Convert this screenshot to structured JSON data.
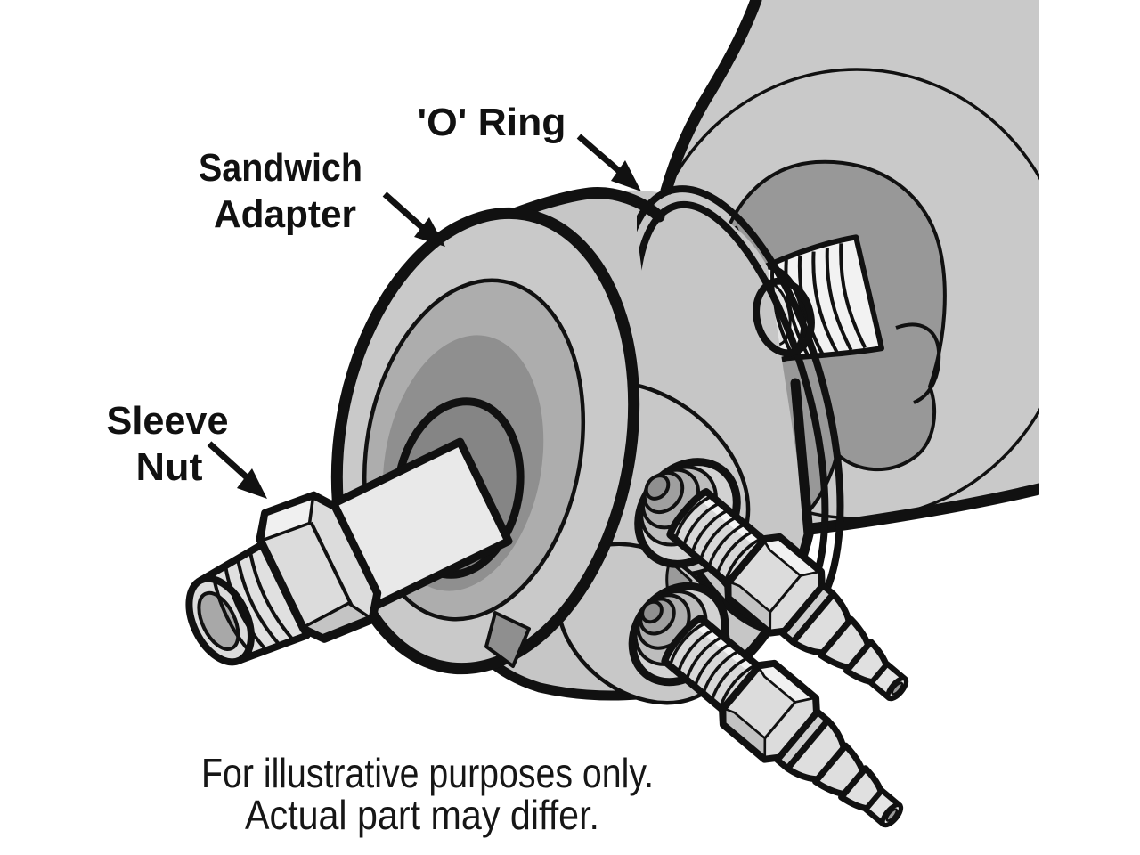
{
  "diagram": {
    "background": "#ffffff",
    "line_color": "#111111",
    "colors": {
      "metal_light": "#c9c9c9",
      "adapter_gray": "#c6c6c6",
      "boss_gray": "#c8c8c8",
      "metal_mid": "#adadad",
      "metal_dark": "#8f8f8f",
      "recess_gray": "#989898",
      "hole_gray": "#858585",
      "fitting_gray": "#d8d8d8",
      "hex_gray": "#dcdcdc",
      "highlight": "#f1f1f1",
      "shaft_white": "#e9e9e9",
      "thread_white": "#f2f2f2"
    },
    "callouts": {
      "o_ring": {
        "label": "'O' Ring"
      },
      "sandwich_adapter": {
        "line1": "Sandwich",
        "line2": "Adapter"
      },
      "sleeve_nut": {
        "line1": "Sleeve",
        "line2": "Nut"
      }
    },
    "caption": {
      "line1": "For illustrative purposes only.",
      "line2": "Actual part may differ."
    }
  }
}
